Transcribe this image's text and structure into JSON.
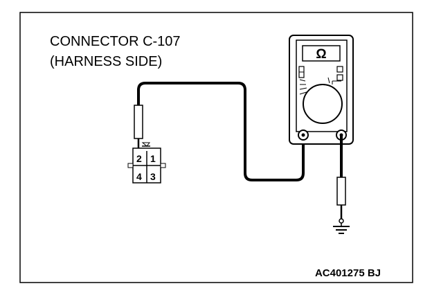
{
  "title_line1": "CONNECTOR C-107",
  "title_line2": "(HARNESS SIDE)",
  "meter_symbol": "Ω",
  "connector_pins": {
    "top_left": "2",
    "top_right": "1",
    "bottom_left": "4",
    "bottom_right": "3"
  },
  "figure_code": "AC401275 BJ"
}
